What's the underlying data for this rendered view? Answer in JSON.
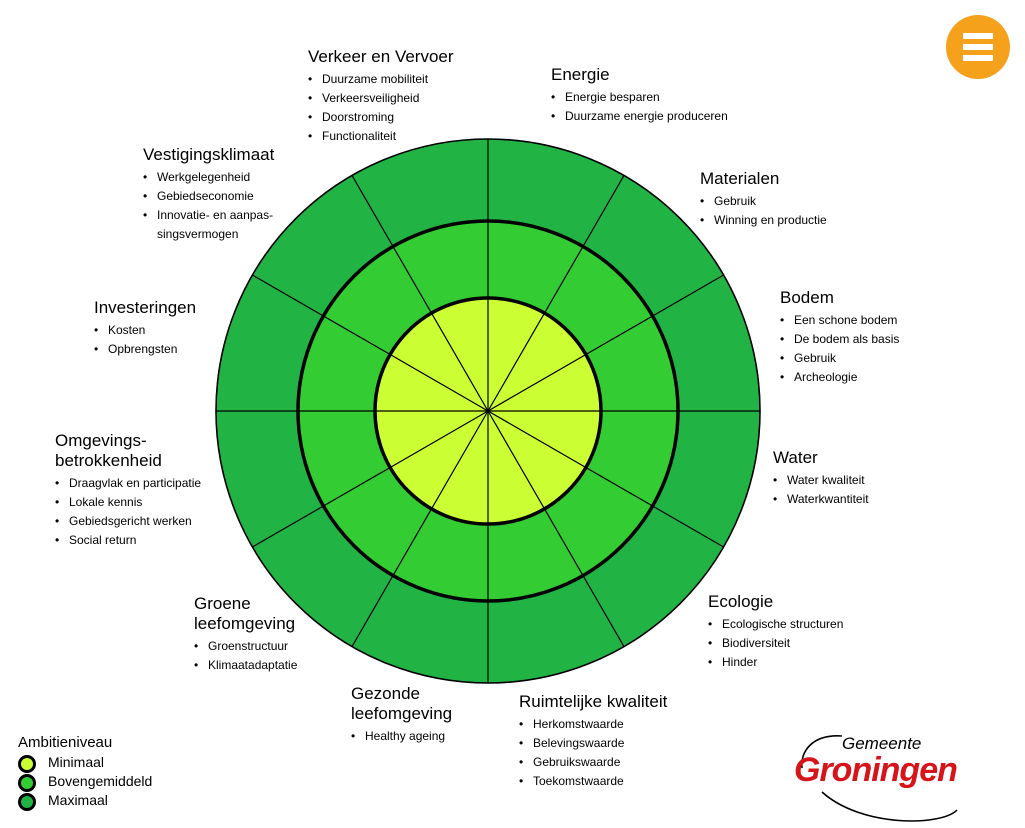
{
  "colors": {
    "inner": "#ccff33",
    "middle": "#33cc33",
    "outer": "#22b345",
    "menu": "#f5a11c",
    "logo_red": "#d7141a"
  },
  "themes": [
    {
      "key": "verkeer",
      "title": "Verkeer en Vervoer",
      "bullets": [
        "Duurzame mobiliteit",
        "Verkeersveiligheid",
        "Doorstroming",
        "Functionaliteit"
      ]
    },
    {
      "key": "energie",
      "title": "Energie",
      "bullets": [
        "Energie besparen",
        "Duurzame energie produceren"
      ]
    },
    {
      "key": "materialen",
      "title": "Materialen",
      "bullets": [
        "Gebruik",
        "Winning en productie"
      ]
    },
    {
      "key": "bodem",
      "title": "Bodem",
      "bullets": [
        "Een schone bodem",
        "De bodem als basis",
        "Gebruik",
        "Archeologie"
      ]
    },
    {
      "key": "water",
      "title": "Water",
      "bullets": [
        "Water kwaliteit",
        "Waterkwantiteit"
      ]
    },
    {
      "key": "ecologie",
      "title": "Ecologie",
      "bullets": [
        "Ecologische structuren",
        "Biodiversiteit",
        "Hinder"
      ]
    },
    {
      "key": "ruimtelijke",
      "title": "Ruimtelijke kwaliteit",
      "bullets": [
        "Herkomstwaarde",
        "Belevingswaarde",
        "Gebruikswaarde",
        "Toekomstwaarde"
      ]
    },
    {
      "key": "gezonde",
      "title": "Gezonde\nleefomgeving",
      "bullets": [
        "Healthy ageing"
      ]
    },
    {
      "key": "groene",
      "title": "Groene\nleefomgeving",
      "bullets": [
        "Groenstructuur",
        "Klimaatadaptatie"
      ]
    },
    {
      "key": "omgevings",
      "title": "Omgevings-\nbetrokkenheid",
      "bullets": [
        "Draagvlak en participatie",
        "Lokale kennis",
        "Gebiedsgericht werken",
        "Social return"
      ]
    },
    {
      "key": "investeringen",
      "title": "Investeringen",
      "bullets": [
        "Kosten",
        "Opbrengsten"
      ]
    },
    {
      "key": "vestigingsklimaat",
      "title": "Vestigingsklimaat",
      "bullets": [
        "Werkgelegenheid",
        "Gebiedseconomie",
        "Innovatie- en aanpas-\nsingsvermogen"
      ]
    }
  ],
  "legend": {
    "title": "Ambitieniveau",
    "items": [
      "Minimaal",
      "Bovengemiddeld",
      "Maximaal"
    ]
  },
  "logo": {
    "line1": "Gemeente",
    "line2": "Groningen"
  },
  "menu": {
    "icon": "hamburger-icon"
  }
}
